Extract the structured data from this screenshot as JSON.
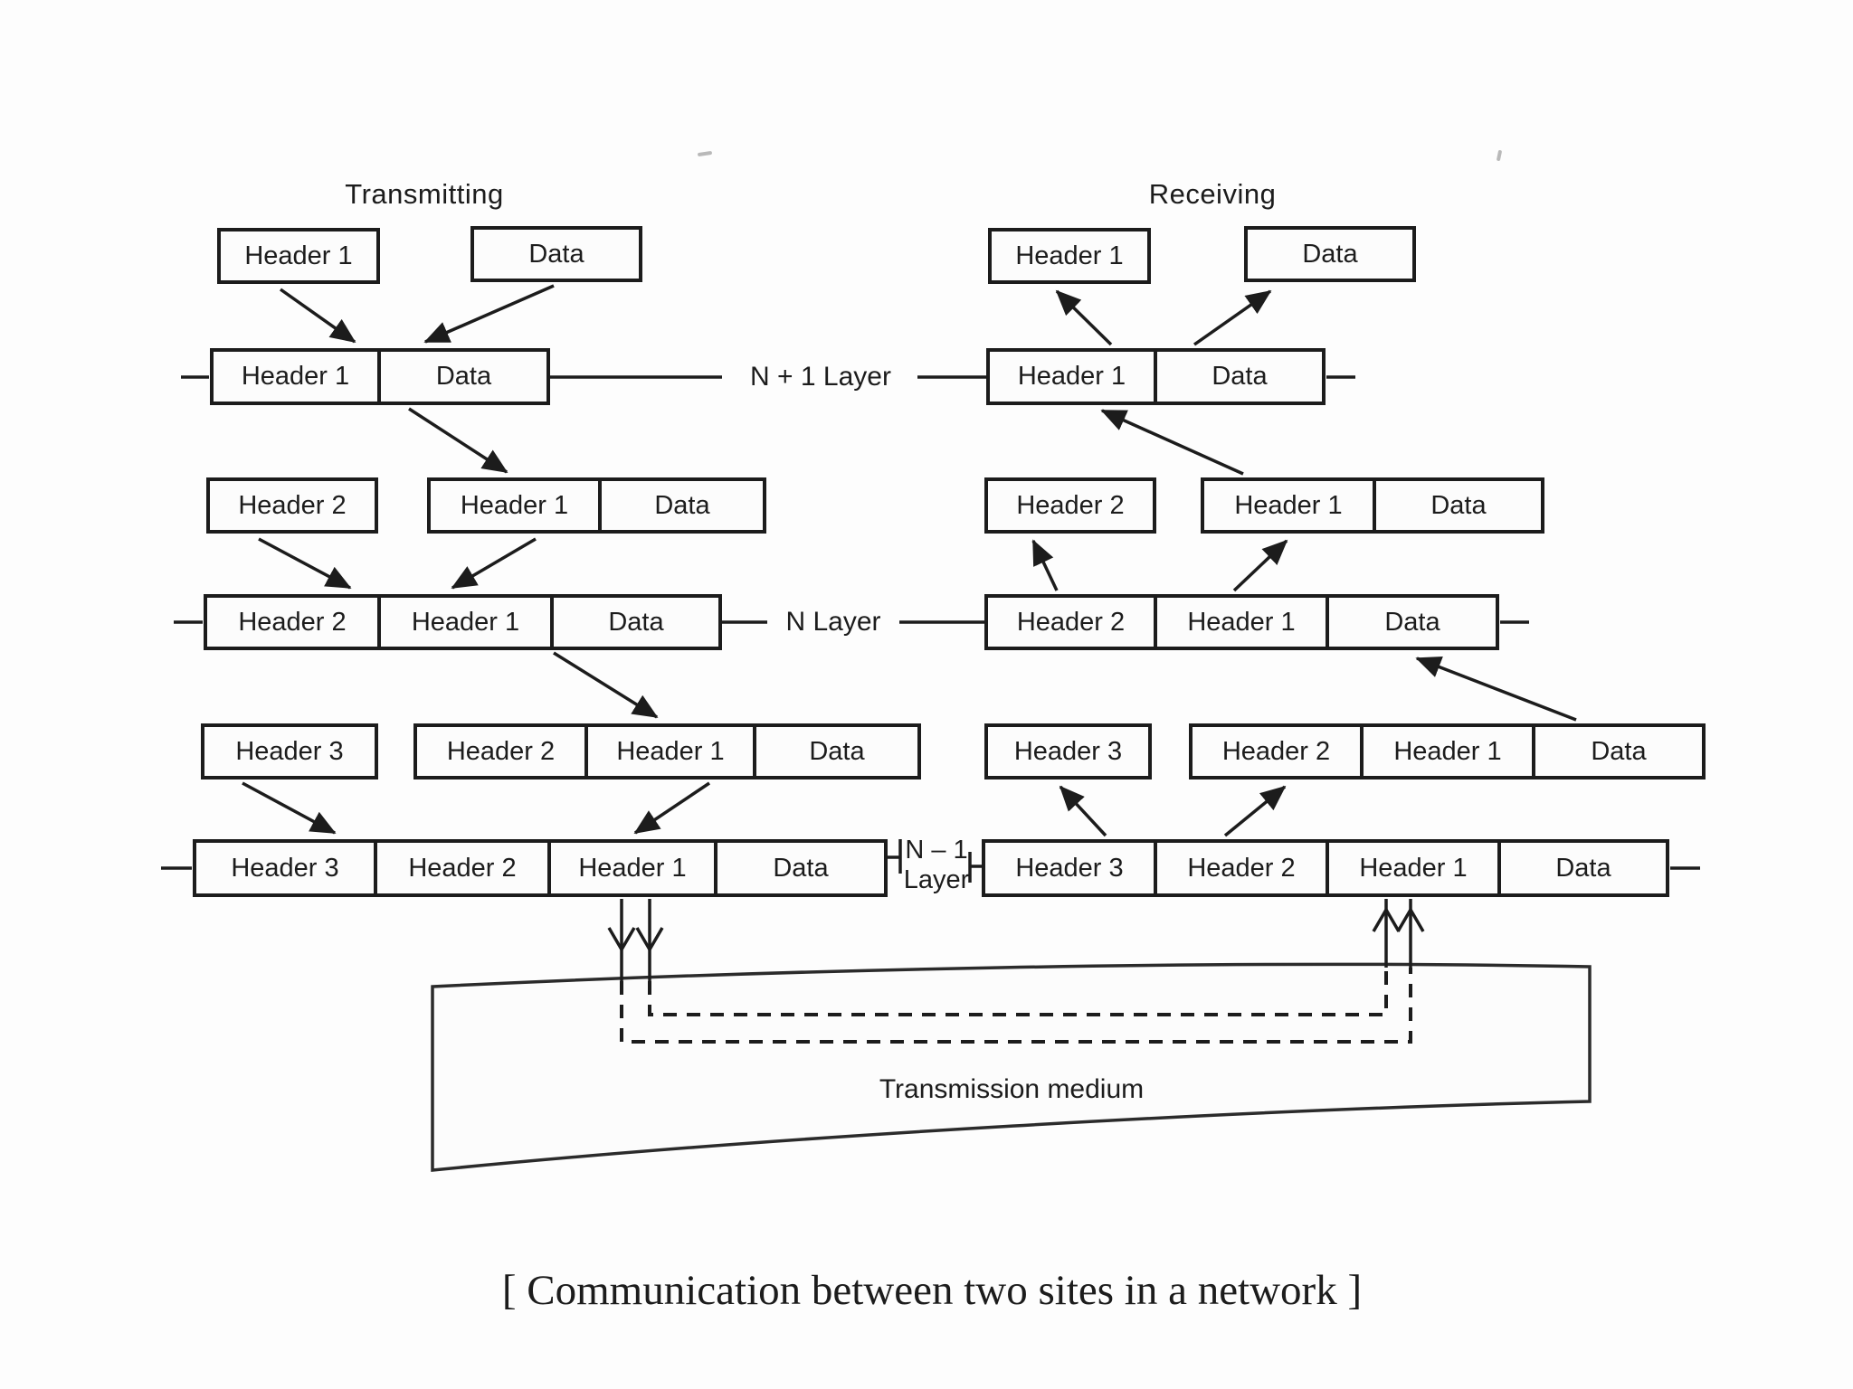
{
  "titles": {
    "transmitting": "Transmitting",
    "receiving": "Receiving"
  },
  "transmitting": {
    "tier1": [
      "Header 1",
      "Data"
    ],
    "row1": [
      "Header 1",
      "Data"
    ],
    "tier2_single": "Header 2",
    "tier2_combined": [
      "Header 1",
      "Data"
    ],
    "row2": [
      "Header 2",
      "Header 1",
      "Data"
    ],
    "tier3_single": "Header 3",
    "tier3_combined": [
      "Header 2",
      "Header 1",
      "Data"
    ],
    "row3": [
      "Header 3",
      "Header 2",
      "Header 1",
      "Data"
    ]
  },
  "receiving": {
    "tier1": [
      "Header 1",
      "Data"
    ],
    "row1": [
      "Header 1",
      "Data"
    ],
    "tier2_single": "Header 2",
    "tier2_combined": [
      "Header 1",
      "Data"
    ],
    "row2": [
      "Header 2",
      "Header 1",
      "Data"
    ],
    "tier3_single": "Header 3",
    "tier3_combined": [
      "Header 2",
      "Header 1",
      "Data"
    ],
    "row3": [
      "Header 3",
      "Header 2",
      "Header 1",
      "Data"
    ]
  },
  "layers": {
    "n_plus_1": "N + 1 Layer",
    "n": "N Layer",
    "n_minus_1_top": "N – 1",
    "n_minus_1_bottom": "Layer"
  },
  "medium": {
    "label": "Transmission medium"
  },
  "caption": "[ Communication between two sites in a network ]",
  "colors": {
    "ink": "#1c1c1c",
    "paper": "#fdfdfd"
  }
}
